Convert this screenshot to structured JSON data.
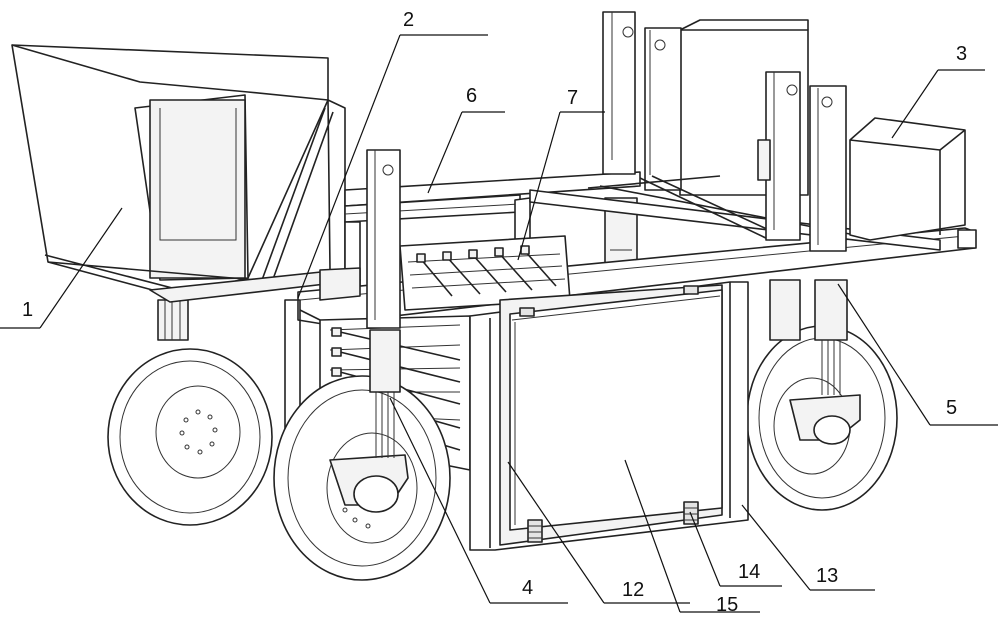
{
  "callouts": [
    {
      "id": "1",
      "text": "1"
    },
    {
      "id": "2",
      "text": "2"
    },
    {
      "id": "3",
      "text": "3"
    },
    {
      "id": "4",
      "text": "4"
    },
    {
      "id": "5",
      "text": "5"
    },
    {
      "id": "6",
      "text": "6"
    },
    {
      "id": "7",
      "text": "7"
    },
    {
      "id": "12",
      "text": "12"
    },
    {
      "id": "13",
      "text": "13"
    },
    {
      "id": "14",
      "text": "14"
    },
    {
      "id": "15",
      "text": "15"
    }
  ]
}
